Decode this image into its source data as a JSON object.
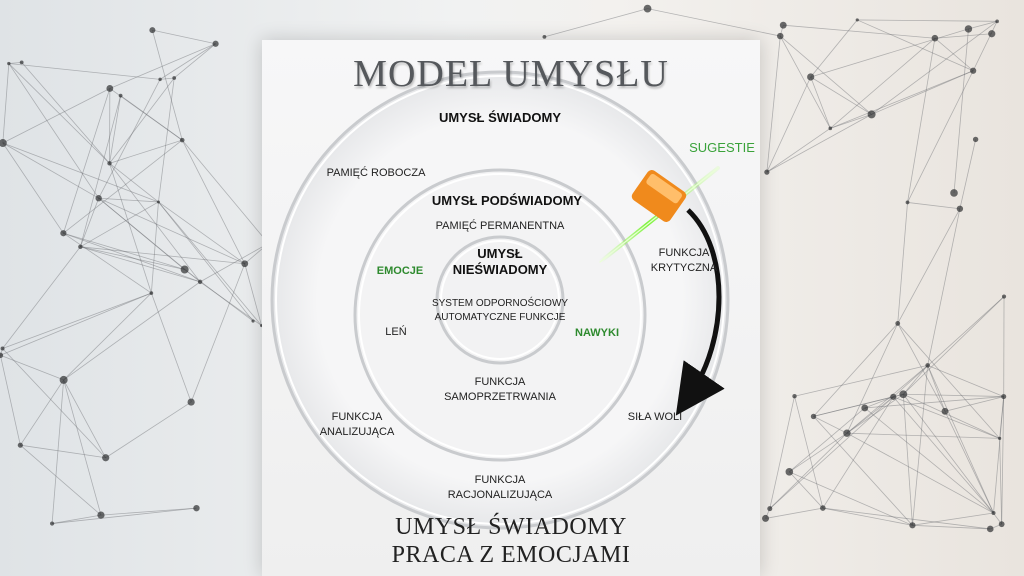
{
  "title": "MODEL UMYSŁU",
  "subtitle_line1": "UMYSŁ ŚWIADOMY",
  "subtitle_line2": "PRACA Z EMOCJAMI",
  "labels": {
    "conscious": "UMYSŁ ŚWIADOMY",
    "working_memory": "PAMIĘĆ ROBOCZA",
    "subconscious": "UMYSŁ PODŚWIADOMY",
    "permanent_memory": "PAMIĘĆ PERMANENTNA",
    "unconscious_l1": "UMYSŁ",
    "unconscious_l2": "NIEŚWIADOMY",
    "emotions": "EMOCJE",
    "immune_l1": "SYSTEM ODPORNOŚCIOWY",
    "immune_l2": "AUTOMATYCZNE FUNKCJE",
    "laziness": "LEŃ",
    "habits": "NAWYKI",
    "self_pres_l1": "FUNKCJA",
    "self_pres_l2": "SAMOPRZETRWANIA",
    "analytic_l1": "FUNKCJA",
    "analytic_l2": "ANALIZUJĄCA",
    "rational_l1": "FUNKCJA",
    "rational_l2": "RACJONALIZUJĄCA",
    "critical_l1": "FUNKCJA",
    "critical_l2": "KRYTYCZNA",
    "suggestions": "SUGESTIE",
    "willpower": "SIŁA WOLI"
  },
  "colors": {
    "accent_green": "#3aa23a",
    "filter_orange": "#f08a1c",
    "arrow": "#111111"
  }
}
